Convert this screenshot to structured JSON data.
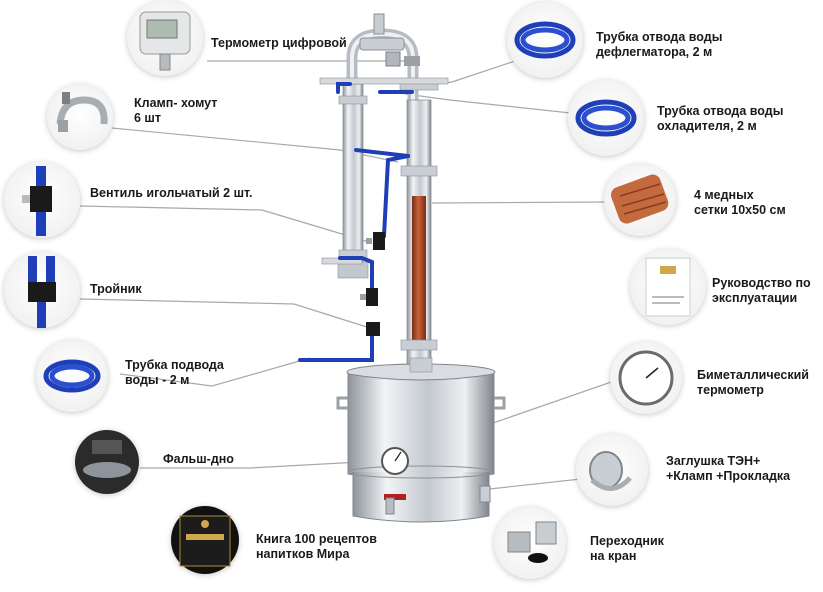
{
  "callouts": {
    "thermometer_digital": "Термометр цифровой",
    "clamp": "Кламп- хомут\n6 шт",
    "needle_valve": "Вентиль игольчатый 2 шт.",
    "tee": "Тройник",
    "inlet_tube": "Трубка подвода\nводы - 2 м",
    "false_bottom": "Фальш-дно",
    "recipe_book": "Книга 100 рецептов\nнапитков Мира",
    "dephlegmator_tube": "Трубка отвода воды\nдефлегматора, 2 м",
    "cooler_tube": "Трубка отвода воды\nохладителя, 2 м",
    "copper_mesh": "4 медных\nсетки 10х50 см",
    "manual": "Руководство по\nэксплуатации",
    "bimetal_thermometer": "Биметаллический\nтермометр",
    "heater_plug": "Заглушка ТЭН+\n+Кламп +Прокладка",
    "tap_adapter": "Переходник\nна кран"
  },
  "colors": {
    "tube_blue": "#1f3fb8",
    "copper": "#b5532b",
    "steel": "#c9ced4",
    "leader_line": "#9a9a9a"
  },
  "icons": {
    "thermometer_digital": "digital-thermometer-icon",
    "clamp": "clamp-icon",
    "needle_valve": "needle-valve-icon",
    "tee": "tee-fitting-icon",
    "inlet_tube": "blue-tube-coil-icon",
    "false_bottom": "false-bottom-icon",
    "recipe_book": "recipe-book-icon",
    "dephlegmator_tube": "blue-tube-coil-icon",
    "cooler_tube": "blue-tube-coil-icon",
    "copper_mesh": "copper-mesh-icon",
    "manual": "manual-booklet-icon",
    "bimetal_thermometer": "dial-thermometer-icon",
    "heater_plug": "heater-plug-icon",
    "tap_adapter": "tap-adapter-icon"
  }
}
